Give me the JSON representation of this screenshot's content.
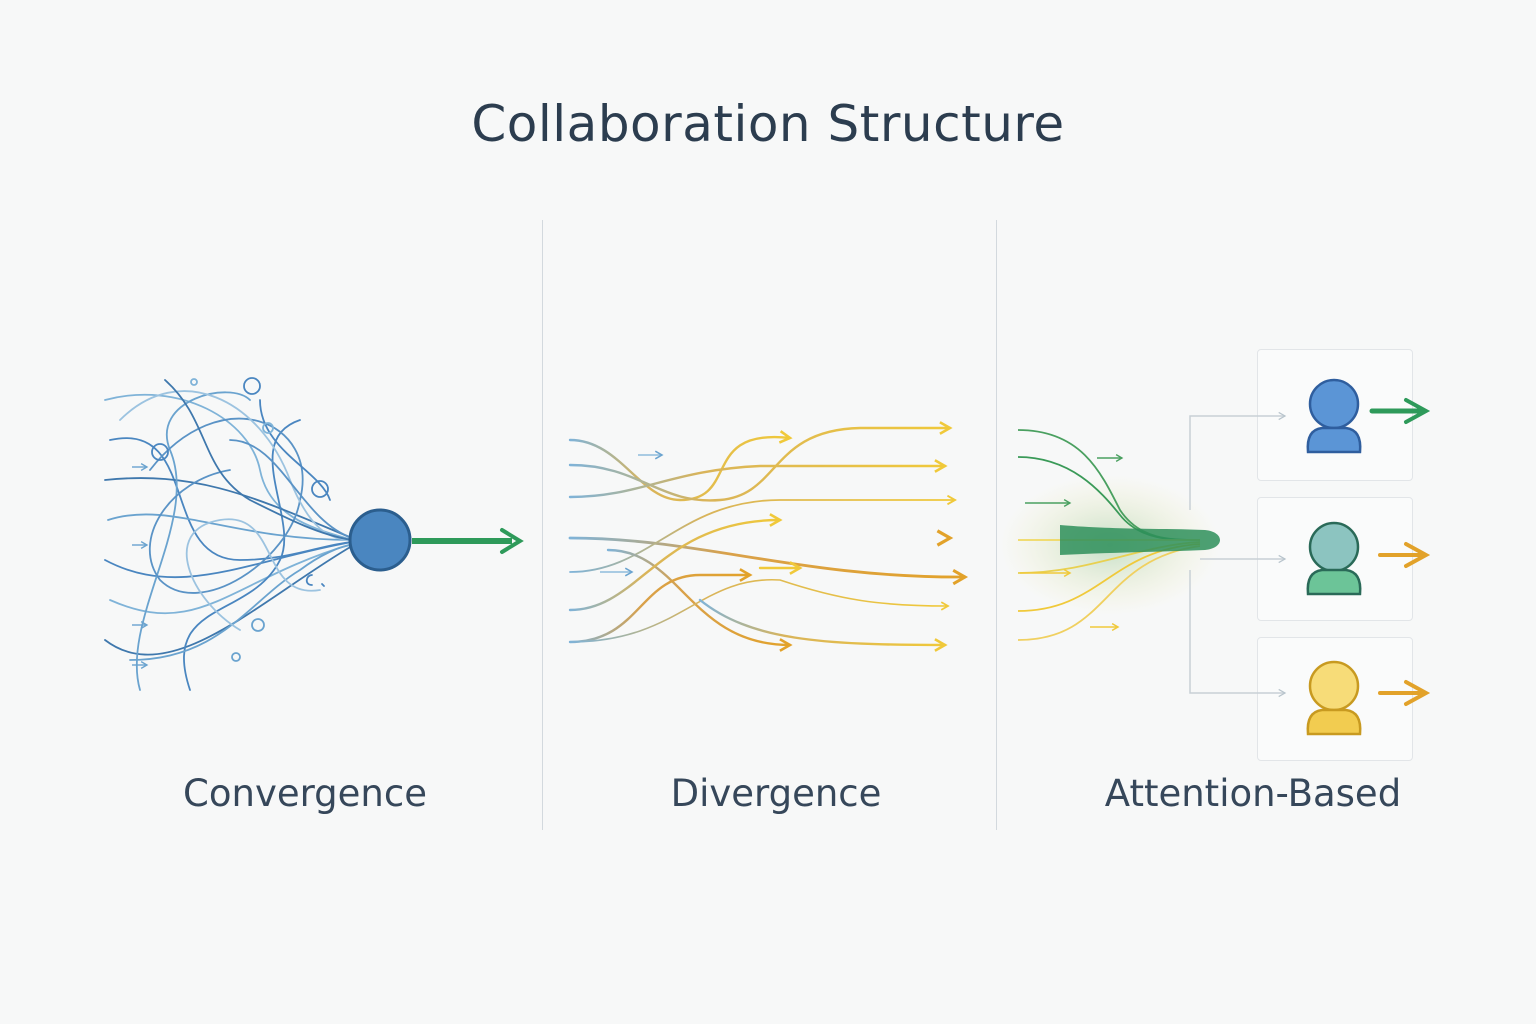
{
  "title": "Collaboration Structure",
  "panels": [
    {
      "label": "Convergence"
    },
    {
      "label": "Divergence"
    },
    {
      "label": "Attention-Based"
    }
  ],
  "colors": {
    "blue": "#4a86c0",
    "green": "#2e9a5a",
    "yellow": "#f0c93a",
    "orange": "#e2a22a",
    "text": "#2c3d4f"
  }
}
